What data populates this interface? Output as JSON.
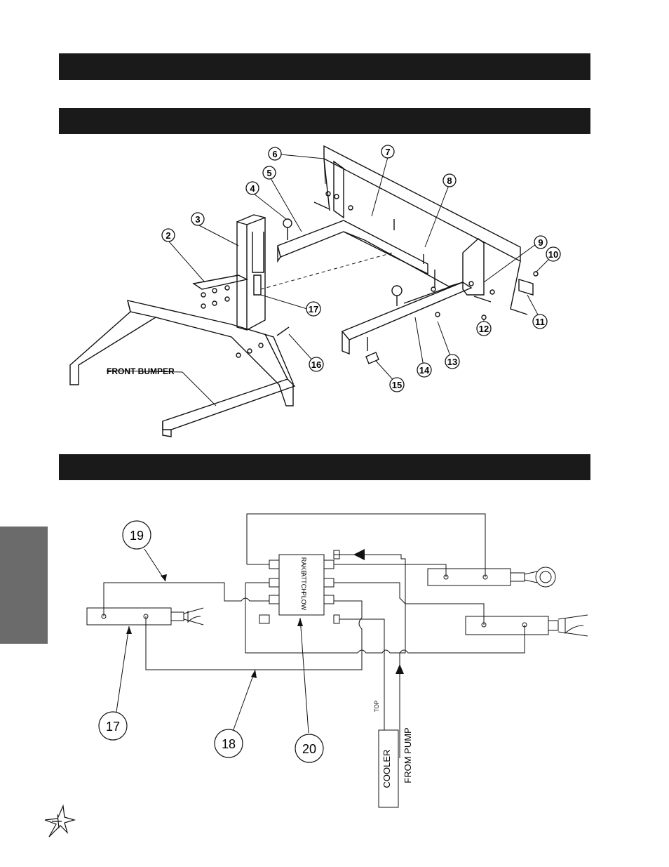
{
  "header_bars": [
    {
      "title": ""
    },
    {
      "title": ""
    },
    {
      "title": ""
    }
  ],
  "exploded_view": {
    "callouts": [
      "2",
      "3",
      "4",
      "5",
      "6",
      "7",
      "8",
      "9",
      "10",
      "11",
      "12",
      "13",
      "14",
      "15",
      "16",
      "17"
    ],
    "front_bumper_label": "FRONT BUMPER"
  },
  "hydraulic_diagram": {
    "callouts": [
      "19",
      "17",
      "18",
      "20"
    ],
    "valve_sections": [
      "RAKE",
      "ATTCH",
      "PLOW"
    ],
    "cooler_label": "COOLER",
    "from_pump_label": "FROM PUMP",
    "top_label": "TOP"
  },
  "logo": {
    "name": "star-burst-logo"
  }
}
